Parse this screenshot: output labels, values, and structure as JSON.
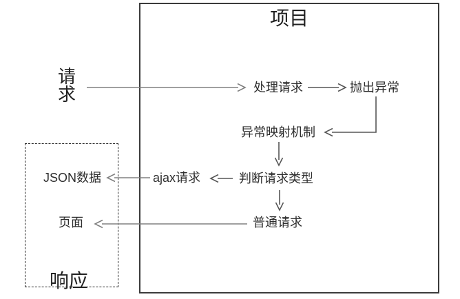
{
  "diagram": {
    "project_box_title": "项目",
    "request_label": "请求",
    "response_label": "响应",
    "nodes": {
      "handle_request": "处理请求",
      "throw_exception": "抛出异常",
      "exception_mapping": "异常映射机制",
      "judge_request_type": "判断请求类型",
      "ajax_request": "ajax请求",
      "json_data": "JSON数据",
      "normal_request": "普通请求",
      "page": "页面"
    },
    "colors": {
      "solid_box_border": "#3b3b3b",
      "dashed_box_border": "#222222",
      "arrow_gray": "#808080",
      "arrow_dark": "#565656",
      "text": "#2e2e2e",
      "background": "#ffffff"
    }
  }
}
